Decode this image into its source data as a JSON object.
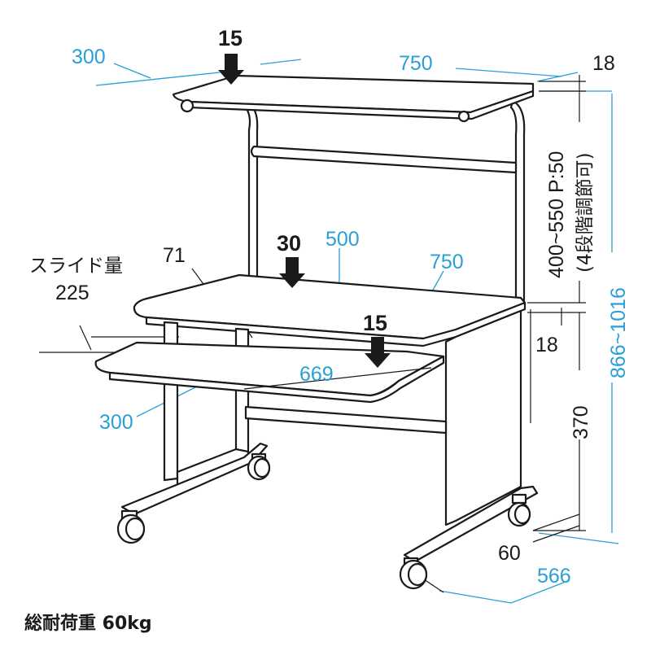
{
  "diagram": {
    "top_shelf": {
      "depth": "300",
      "width": "750",
      "thickness": "18",
      "load": "15"
    },
    "hutch": {
      "height": "400~550 P:50",
      "adjust_note": "(4段階調節可)"
    },
    "desk": {
      "load": "30",
      "depth": "500",
      "width": "750",
      "thickness": "18",
      "height": "370"
    },
    "keyboard_tray": {
      "load": "15",
      "width": "669",
      "depth": "300",
      "slide_label": "スライド量",
      "slide_value": "225",
      "offset": "71"
    },
    "base": {
      "caster_offset": "60",
      "depth": "566"
    },
    "total_height": "866~1016"
  },
  "caption": "総耐荷重 60kg",
  "colors": {
    "dimension": "#2a9fd6",
    "line": "#1a1a1a"
  }
}
